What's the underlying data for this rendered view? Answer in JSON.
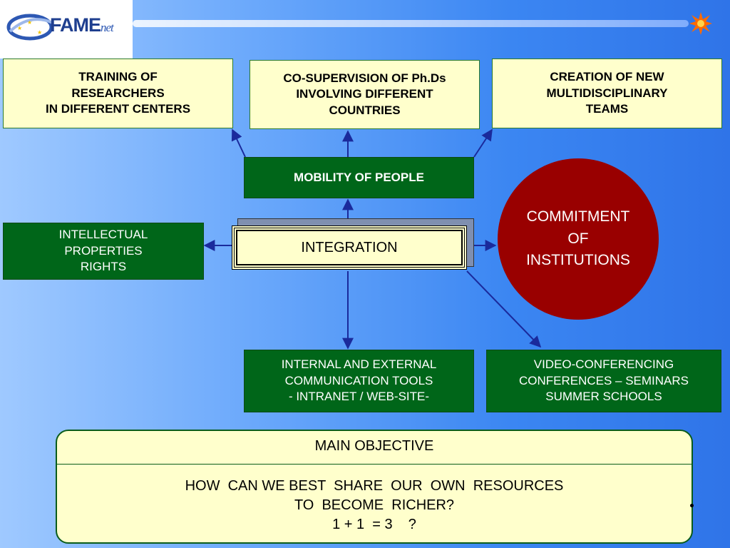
{
  "logo": {
    "main": "FAME",
    "suffix": "net"
  },
  "diagram": {
    "training": "TRAINING OF\nRESEARCHERS\nIN DIFFERENT CENTERS",
    "cosupervision": "CO-SUPERVISION OF Ph.Ds\nINVOLVING DIFFERENT\nCOUNTRIES",
    "creation": "CREATION OF NEW\nMULTIDISCIPLINARY\nTEAMS",
    "mobility": "MOBILITY OF PEOPLE",
    "intellectual": "INTELLECTUAL\nPROPERTIES\nRIGHTS",
    "integration": "INTEGRATION",
    "commitment": "COMMITMENT\nOF\nINSTITUTIONS",
    "communication": "INTERNAL AND EXTERNAL\nCOMMUNICATION TOOLS\n- INTRANET / WEB-SITE-",
    "video": "VIDEO-CONFERENCING\nCONFERENCES – SEMINARS\nSUMMER SCHOOLS"
  },
  "objective": {
    "heading": "MAIN  OBJECTIVE",
    "line1": "HOW  CAN WE BEST  SHARE  OUR  OWN  RESOURCES",
    "line2": "TO  BECOME  RICHER?",
    "line3": "1 + 1  = 3    ?"
  },
  "colors": {
    "box_yellow": "#ffffcc",
    "box_green": "#006619",
    "circle_red": "#990000",
    "arrow_blue": "#1a2a9c"
  },
  "icons": [
    "fame-logo-swoosh-icon",
    "starburst-icon"
  ]
}
